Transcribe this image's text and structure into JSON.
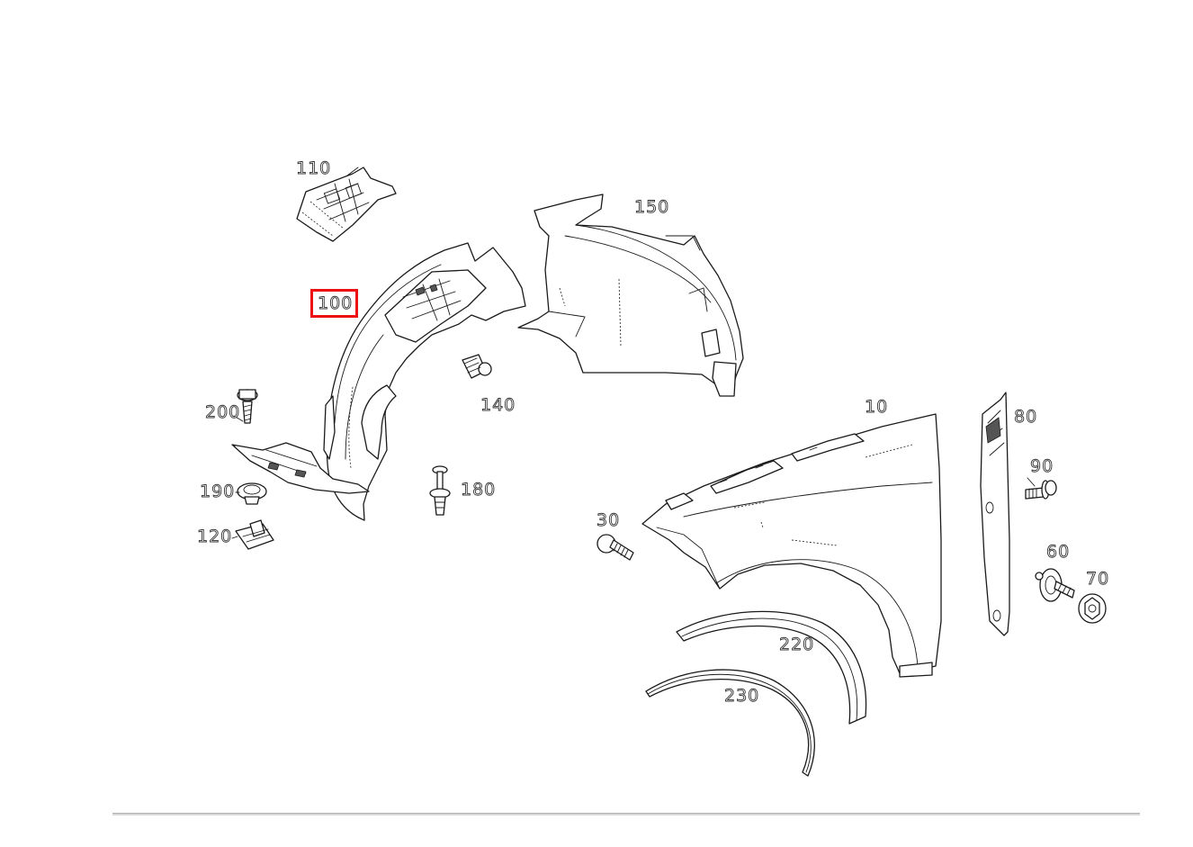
{
  "diagram": {
    "highlight_color": "#ee1111",
    "callouts": [
      {
        "id": "110",
        "label": "110",
        "highlighted": false
      },
      {
        "id": "150",
        "label": "150",
        "highlighted": false
      },
      {
        "id": "100",
        "label": "100",
        "highlighted": true
      },
      {
        "id": "140",
        "label": "140",
        "highlighted": false
      },
      {
        "id": "200",
        "label": "200",
        "highlighted": false
      },
      {
        "id": "180",
        "label": "180",
        "highlighted": false
      },
      {
        "id": "190",
        "label": "190",
        "highlighted": false
      },
      {
        "id": "120",
        "label": "120",
        "highlighted": false
      },
      {
        "id": "10",
        "label": "10",
        "highlighted": false
      },
      {
        "id": "80",
        "label": "80",
        "highlighted": false
      },
      {
        "id": "90",
        "label": "90",
        "highlighted": false
      },
      {
        "id": "30",
        "label": "30",
        "highlighted": false
      },
      {
        "id": "60",
        "label": "60",
        "highlighted": false
      },
      {
        "id": "70",
        "label": "70",
        "highlighted": false
      },
      {
        "id": "220",
        "label": "220",
        "highlighted": false
      },
      {
        "id": "230",
        "label": "230",
        "highlighted": false
      }
    ]
  }
}
